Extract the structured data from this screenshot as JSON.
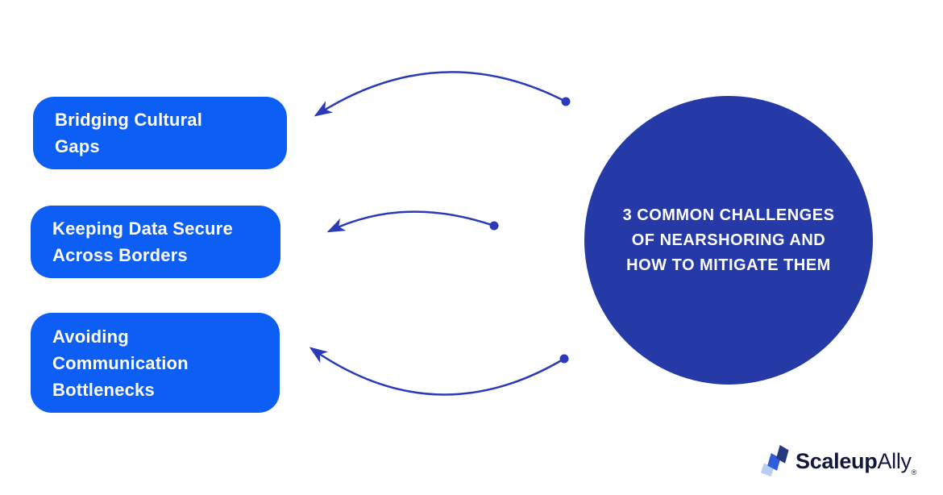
{
  "circle": {
    "title": "3 COMMON CHALLENGES\nOF NEARSHORING AND\nHOW TO MITIGATE THEM"
  },
  "challenges": [
    {
      "label": "Bridging Cultural\nGaps"
    },
    {
      "label": "Keeping Data Secure\nAcross Borders"
    },
    {
      "label": "Avoiding\nCommunication\nBottlenecks"
    }
  ],
  "logo": {
    "brand_bold": "Scaleup",
    "brand_light": "Ally",
    "registered_mark": "®",
    "icon": "scaleupally-layered-slabs-icon"
  },
  "colors": {
    "bg": "#ffffff",
    "box_blue": "#0d5ef4",
    "circle_blue": "#2539a7",
    "arrow_blue": "#2a3ab8",
    "logo_dark": "#14173d",
    "logo_icon_dark": "#27397d",
    "logo_icon_mid": "#2f5ddb",
    "logo_icon_light": "#b9cdf3",
    "text_white": "#ffffff"
  }
}
